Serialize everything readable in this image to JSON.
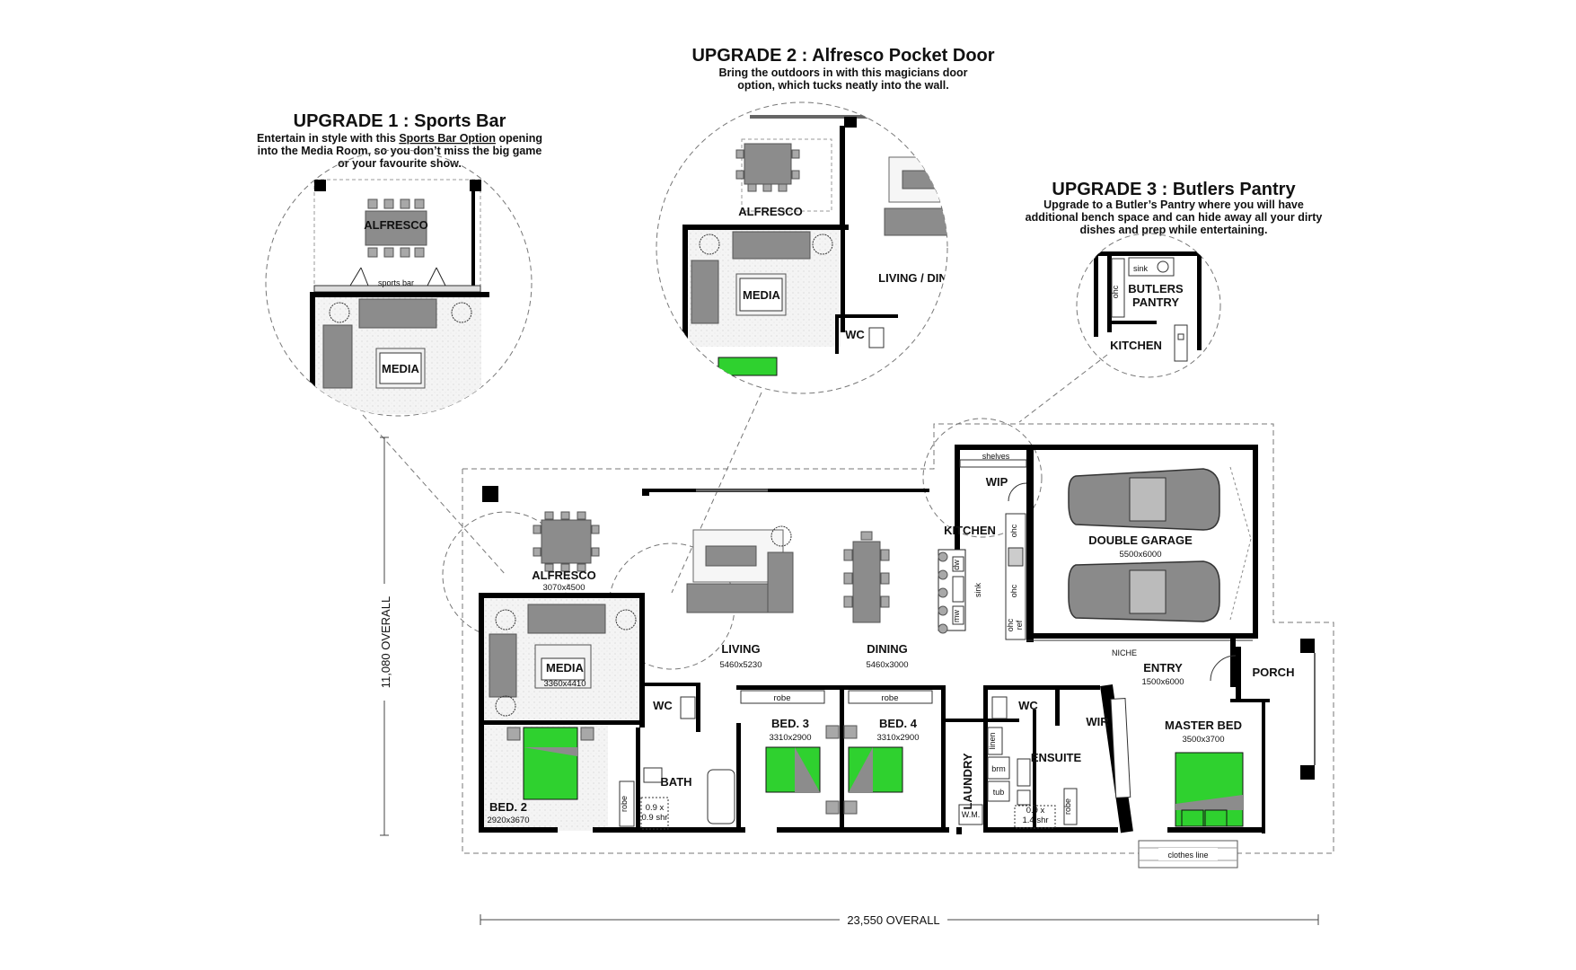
{
  "upgrades": [
    {
      "title": "UPGRADE 1 : Sports Bar",
      "desc_before": "Entertain in style with this ",
      "desc_link": "Sports Bar Option",
      "desc_after": " opening",
      "desc_line2": "into the Media Room, so you don’t miss the big game",
      "desc_line3": "or your favourite show."
    },
    {
      "title": "UPGRADE 2 : Alfresco Pocket Door",
      "desc_line1": "Bring the outdoors in with this magicians door",
      "desc_line2": "option, which tucks neatly into the wall."
    },
    {
      "title": "UPGRADE 3 : Butlers Pantry",
      "desc_line1": "Upgrade to a Butler’s Pantry where you will have",
      "desc_line2": "additional bench space and can hide away all your dirty",
      "desc_line3": "dishes and prep while entertaining."
    }
  ],
  "inset1": {
    "alfresco": "ALFRESCO",
    "sports_bar": "sports bar",
    "media": "MEDIA"
  },
  "inset2": {
    "alfresco": "ALFRESCO",
    "media": "MEDIA",
    "living_dining": "LIVING / DINING",
    "wc": "WC"
  },
  "inset3": {
    "butlers_pantry_1": "BUTLERS",
    "butlers_pantry_2": "PANTRY",
    "kitchen": "KITCHEN",
    "sink": "sink",
    "ohc": "ohc"
  },
  "dimensions": {
    "height": "11,080 OVERALL",
    "width": "23,550 OVERALL"
  },
  "rooms": {
    "alfresco": {
      "name": "ALFRESCO",
      "size": "3070x4500"
    },
    "media": {
      "name": "MEDIA",
      "size": "3360x4410"
    },
    "living": {
      "name": "LIVING",
      "size": "5460x5230"
    },
    "dining": {
      "name": "DINING",
      "size": "5460x3000"
    },
    "kitchen": {
      "name": "KITCHEN"
    },
    "wip": {
      "name": "WIP",
      "shelves": "shelves"
    },
    "garage": {
      "name": "DOUBLE GARAGE",
      "size": "5500x6000"
    },
    "entry": {
      "name": "ENTRY",
      "size": "1500x6000",
      "niche": "NICHE"
    },
    "porch": {
      "name": "PORCH"
    },
    "wc1": {
      "name": "WC"
    },
    "wc2": {
      "name": "WC"
    },
    "bed2": {
      "name": "BED. 2",
      "size": "2920x3670"
    },
    "bath": {
      "name": "BATH",
      "shr1": "0.9 x",
      "shr2": "0.9 shr"
    },
    "bed3": {
      "name": "BED. 3",
      "size": "3310x2900",
      "robe": "robe"
    },
    "bed4": {
      "name": "BED. 4",
      "size": "3310x2900",
      "robe": "robe"
    },
    "laundry": {
      "name": "LAUNDRY"
    },
    "ensuite": {
      "name": "ENSUITE",
      "shr1": "0.9 x",
      "shr2": "1.4 shr"
    },
    "wir": {
      "name": "WIR"
    },
    "master": {
      "name": "MASTER BED",
      "size": "3500x3700"
    },
    "robe2": "robe",
    "robe_ens": "robe",
    "linen": "linen",
    "brm": "brm",
    "tub": "tub",
    "wm": "W.M.",
    "clothes_line": "clothes line"
  },
  "kitchen_labels": {
    "dw": "dw",
    "sink": "sink",
    "mw": "mw",
    "ohc1": "ohc",
    "ohc2": "ohc",
    "ohc3": "ohc",
    "ref": "ref"
  },
  "colors": {
    "bed": "#2fd12f",
    "furniture": "#8c8c8c",
    "wall": "#000000",
    "dashed": "#777777"
  }
}
